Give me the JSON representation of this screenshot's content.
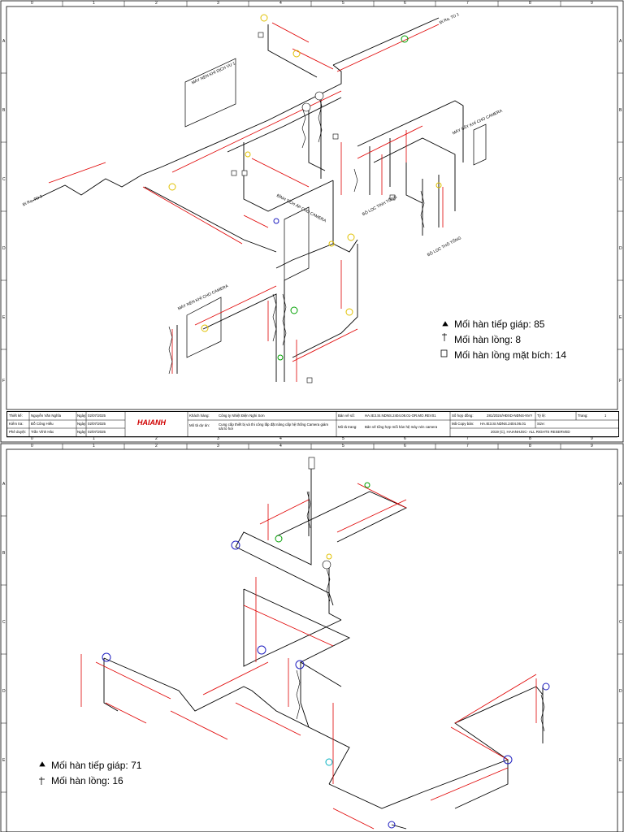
{
  "grid": {
    "columns": [
      "0",
      "1",
      "2",
      "3",
      "4",
      "5",
      "6",
      "7",
      "8",
      "9"
    ],
    "rows": [
      "A",
      "B",
      "C",
      "D",
      "E",
      "F"
    ]
  },
  "sheet1": {
    "labels": {
      "fan1": "MÁY NÉN KHÍ DỊCH VỤ 1",
      "dryer": "MÁY SẤY KHÍ CHO CAMERA",
      "tank": "BÌNH TÍCH ÁP CHO CAMERA",
      "fine_filter": "BỘ LỌC TINH TỔNG",
      "coarse_filter": "BỘ LỌC THÔ TỔNG",
      "compressor": "MÁY NÉN KHÍ CHO CAMERA",
      "to1": "Đi Ra, TO 1",
      "to2": "Đi Ra, TO 2"
    },
    "legend": [
      {
        "icon": "butt-weld-icon",
        "text": "Mối hàn tiếp giáp: 85"
      },
      {
        "icon": "socket-weld-icon",
        "text": "Mối hàn lồng: 8"
      },
      {
        "icon": "flange-socket-weld-icon",
        "text": "Mối hàn lồng mặt bích: 14"
      }
    ],
    "titleblock": {
      "designer_label": "Thiết kế:",
      "designer": "Nguyễn Văn Nghĩa",
      "checker_label": "Kiểm tra:",
      "checker": "Đỗ Công Hiếu",
      "approver_label": "Phê duyệt:",
      "approver": "Trần Vĩnh Hảo",
      "date_label": "Ngày:",
      "date1": "02/07/2025",
      "date2": "02/07/2025",
      "date3": "02/07/2025",
      "logo": "HAIANH",
      "client_label": "Khách hàng:",
      "client": "Công ty Nhiệt Điện Nghi Sơn",
      "project_label": "Mô tả dự án:",
      "project": "Cung cấp thiết bị và thi công lắp đặt nâng cấp hệ thống Camera giám sát lò hơi",
      "drawing_no_label": "Bản vẽ số:",
      "drawing_no": "HA.IE3.SI.NDNS.2404.08.01-OR.MO.REV01",
      "page_desc_label": "Mô tả trang:",
      "page_desc": "Bản vẽ tổng hợp mối hàn hệ máy nén camera",
      "contract_label": "Số hợp đồng:",
      "contract": "281/2024/HĐXD-NĐNS-NVY",
      "ratio_label": "Tỷ lệ:",
      "page_label": "Trang:",
      "page": "1",
      "doc_label": "Mã Copy bản:",
      "doc": "HA.IE3.SI.NDNS.2404.06.01",
      "size_label": "Size:",
      "copyright": "2019 (C), HAIANHJSC- ALL RIGHTS RESERVED"
    }
  },
  "sheet2": {
    "legend": [
      {
        "icon": "butt-weld-icon",
        "text": "Mối hàn tiếp giáp: 71"
      },
      {
        "icon": "socket-weld-icon",
        "text": "Mối hàn lồng: 16"
      }
    ]
  },
  "colors": {
    "dimension": "#e00000",
    "pipe": "#000000",
    "weld_circle": "#2020c0",
    "weld_tag": "#c000c0",
    "highlight_yellow": "#e0c000",
    "highlight_green": "#00a000",
    "highlight_cyan": "#00b0c0"
  }
}
